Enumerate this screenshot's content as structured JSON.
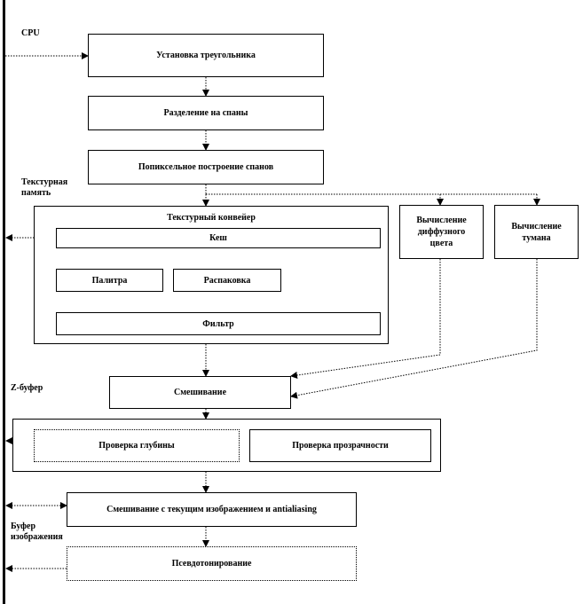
{
  "labels": {
    "cpu": "CPU",
    "texture_memory": "Текстурная память",
    "z_buffer": "Z-буфер",
    "frame_buffer": "Буфер изображения"
  },
  "blocks": {
    "triangle_setup": "Установка треугольника",
    "span_split": "Разделение на спаны",
    "pixel_span": "Попиксельное построение спанов",
    "texture_pipeline": "Текстурный конвейер",
    "cache": "Кеш",
    "palette": "Палитра",
    "unpack": "Распаковка",
    "filter": "Фильтр",
    "diffuse": "Вычисление диффузного цвета",
    "fog": "Вычисление тумана",
    "blend": "Смешивание",
    "depth_test": "Проверка глубины",
    "alpha_test": "Проверка прозрачности",
    "blend_aa": "Смешивание с текущим изображением и antialiasing",
    "dither": "Псевдотонирование"
  }
}
